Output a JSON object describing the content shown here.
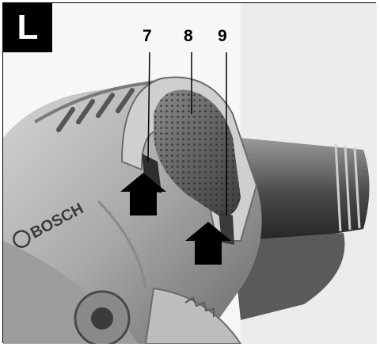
{
  "figure": {
    "badge": "L",
    "callouts": [
      "7",
      "8",
      "9"
    ],
    "brand": "BOSCH",
    "colors": {
      "background": "#ffffff",
      "badge": "#000000",
      "arrow": "#000000",
      "tool_body_light": "#bdbdbd",
      "tool_body_mid": "#8f8f8f",
      "tool_body_dark": "#3a3a3a"
    }
  }
}
